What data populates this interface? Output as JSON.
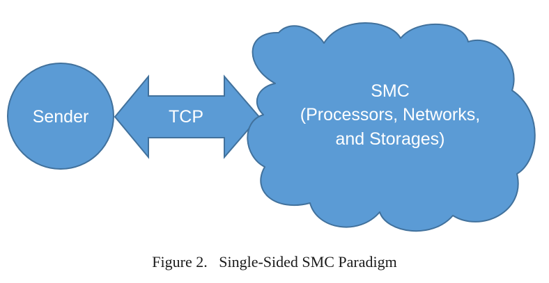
{
  "diagram": {
    "sender_label": "Sender",
    "connector_label": "TCP",
    "cloud_lines": [
      "SMC",
      "(Processors, Networks,",
      "and Storages)"
    ],
    "shape_fill": "#5b9bd5",
    "shape_stroke": "#41719c",
    "label_color": "#ffffff"
  },
  "caption": {
    "label": "Figure 2.",
    "text": "Single-Sided SMC Paradigm"
  }
}
